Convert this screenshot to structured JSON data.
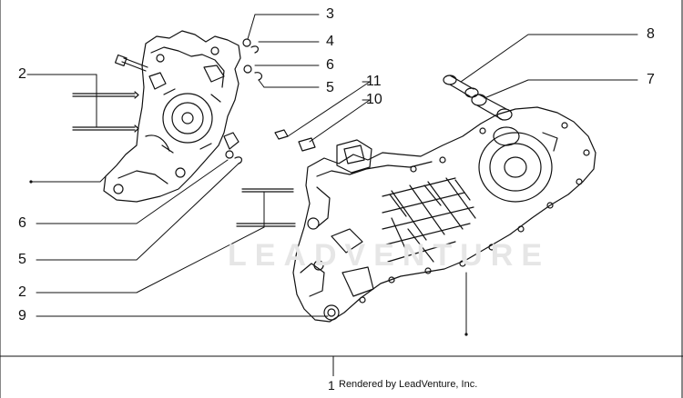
{
  "callouts": {
    "c3": "3",
    "c4": "4",
    "c6_top": "6",
    "c5_top": "5",
    "c11": "11",
    "c10": "10",
    "c8": "8",
    "c7": "7",
    "c2_top": "2",
    "c6_left": "6",
    "c5_left": "5",
    "c2_bottom": "2",
    "c9": "9"
  },
  "footer": {
    "item_number": "1",
    "credit": "Rendered by LeadVenture, Inc."
  },
  "watermark": "LEADVENTURE",
  "colors": {
    "line": "#111111",
    "background": "#ffffff",
    "watermark": "#e6e6e6"
  }
}
